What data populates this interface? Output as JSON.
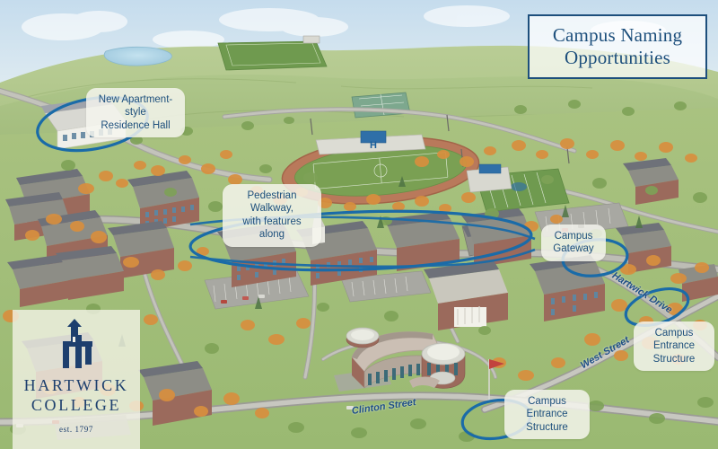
{
  "title_plaque": {
    "line1": "Campus Naming",
    "line2": "Opportunities",
    "border_color": "#1d4f7c",
    "text_color": "#1d4f7c"
  },
  "callouts": [
    {
      "id": "residence-hall",
      "text": "New Apartment-style\nResidence Hall"
    },
    {
      "id": "pedestrian-walkway",
      "text": "Pedestrian Walkway,\nwith features along"
    },
    {
      "id": "campus-gateway",
      "text": "Campus\nGateway"
    },
    {
      "id": "campus-entrance-east",
      "text": "Campus Entrance\nStructure"
    },
    {
      "id": "campus-entrance-south",
      "text": "Campus Entrance\nStructure"
    }
  ],
  "streets": [
    {
      "id": "clinton-street",
      "name": "Clinton Street"
    },
    {
      "id": "west-street",
      "name": "West Street"
    },
    {
      "id": "hartwick-drive",
      "name": "Hartwick Drive"
    }
  ],
  "logo": {
    "name_line1": "HARTWICK",
    "name_line2": "COLLEGE",
    "established": "est. 1797",
    "color": "#1d3f6e"
  },
  "map_features": {
    "stadium_letter": "H",
    "highlight_color": "#1a6ba8",
    "sky_color": "#cfe3ef",
    "grass_color": "#a8c17f",
    "road_color": "#9a9a96",
    "brick_color": "#9b6a5c",
    "roof_color": "#6e7179",
    "water_color": "#aad3e4",
    "field_color": "#7fa05a",
    "track_color": "#b9795b"
  }
}
